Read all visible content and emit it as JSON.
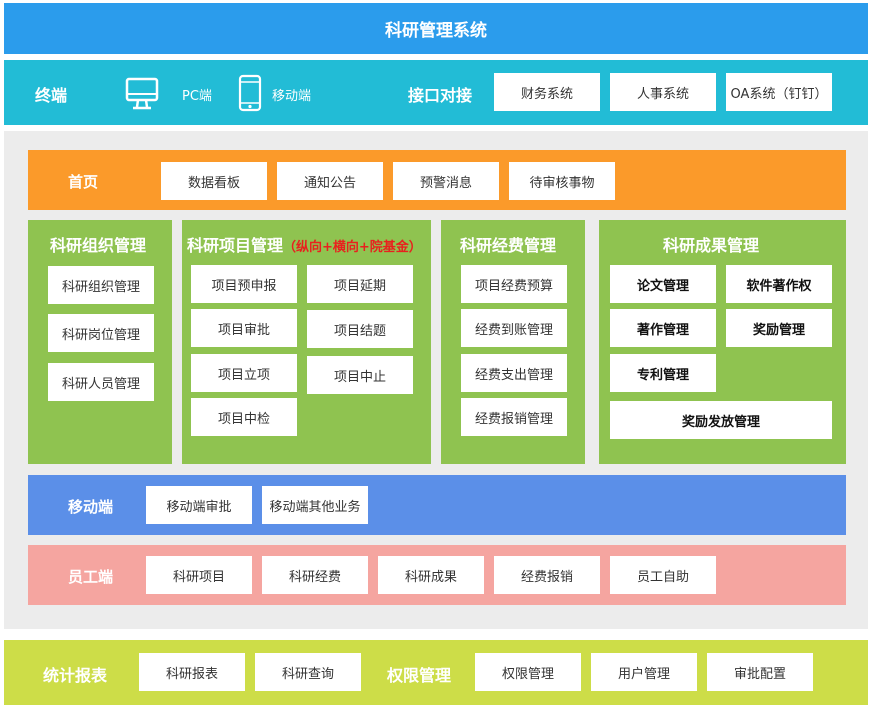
{
  "title": "科研管理系统",
  "terminal": {
    "label": "终端",
    "pc": "PC端",
    "mobile": "移动端",
    "pc_icon": "monitor-icon",
    "mobile_icon": "smartphone-icon",
    "interface_label": "接口对接",
    "interfaces": [
      "财务系统",
      "人事系统",
      "OA系统（钉钉）"
    ]
  },
  "home": {
    "label": "首页",
    "items": [
      "数据看板",
      "通知公告",
      "预警消息",
      "待审核事物"
    ]
  },
  "org": {
    "title": "科研组织管理",
    "items": [
      "科研组织管理",
      "科研岗位管理",
      "科研人员管理"
    ]
  },
  "project": {
    "title": "科研项目管理",
    "subtitle": "（纵向+横向+院基金）",
    "left_items": [
      "项目预申报",
      "项目审批",
      "项目立项",
      "项目中检"
    ],
    "right_items": [
      "项目延期",
      "项目结题",
      "项目中止"
    ]
  },
  "funds": {
    "title": "科研经费管理",
    "items": [
      "项目经费预算",
      "经费到账管理",
      "经费支出管理",
      "经费报销管理"
    ]
  },
  "results": {
    "title": "科研成果管理",
    "left_items": [
      "论文管理",
      "著作管理",
      "专利管理"
    ],
    "right_items": [
      "软件著作权",
      "奖励管理"
    ],
    "wide_item": "奖励发放管理"
  },
  "mobile": {
    "label": "移动端",
    "items": [
      "移动端审批",
      "移动端其他业务"
    ]
  },
  "staff": {
    "label": "员工端",
    "items": [
      "科研项目",
      "科研经费",
      "科研成果",
      "经费报销",
      "员工自助"
    ]
  },
  "stats": {
    "label": "统计报表",
    "items": [
      "科研报表",
      "科研查询"
    ]
  },
  "permissions": {
    "label": "权限管理",
    "items": [
      "权限管理",
      "用户管理",
      "审批配置"
    ]
  },
  "colors": {
    "title_blue": "#2b9cec",
    "terminal_cyan": "#22bcd6",
    "home_orange": "#fb9a2a",
    "module_green": "#8fc350",
    "mobile_blue": "#5b8fe8",
    "staff_pink": "#f5a5a0",
    "stats_lime": "#cddd48",
    "subtitle_red": "#e8211e"
  }
}
